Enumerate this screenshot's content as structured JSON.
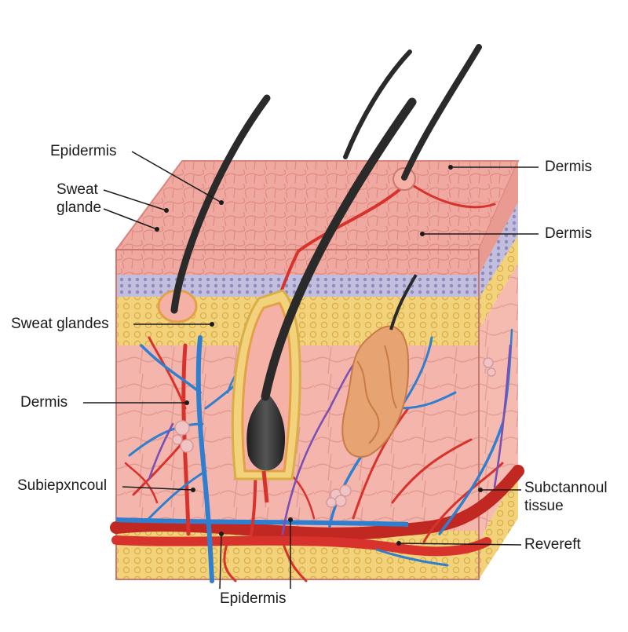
{
  "labels": {
    "epidermis_top": "Epidermis",
    "sweat_line1": "Sweat",
    "sweat_line2": "glande",
    "sweat_glandes": "Sweat glandes",
    "dermis_left": "Dermis",
    "subiep": "Subiepxncoul",
    "epidermis_bottom": "Epidermis",
    "dermis_right_top": "Dermis",
    "dermis_right_mid": "Dermis",
    "subct_line1": "Subctannoul",
    "subct_line2": "tissue",
    "revereft": "Revereft"
  },
  "colors": {
    "epidermis": "#f0a9a0",
    "epidermis_cells": "#e48d86",
    "basal_layer": "#b9b4d6",
    "fat_layer": "#f2d27a",
    "dermis": "#f3b2a8",
    "artery": "#d8322c",
    "vein": "#2f7fd0",
    "nerve": "#7b4fb3",
    "hair": "#3a3a3a",
    "gland": "#e7a472"
  }
}
